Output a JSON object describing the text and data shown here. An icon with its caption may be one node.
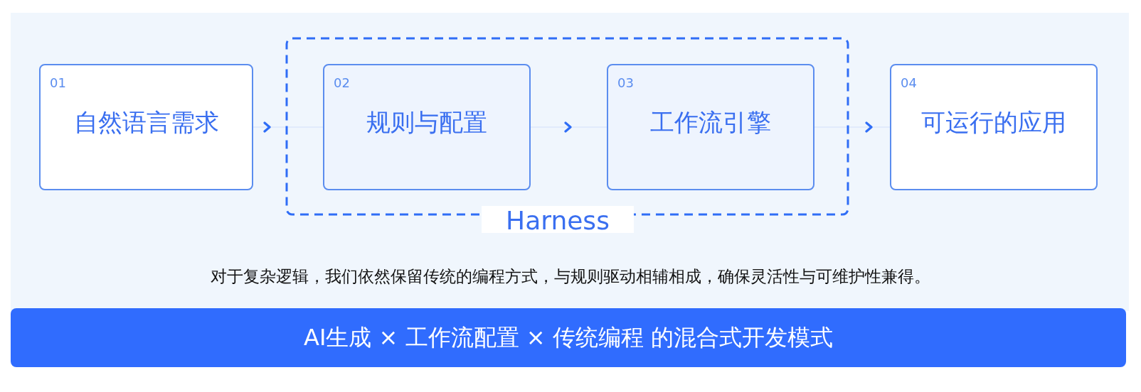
{
  "diagram": {
    "nodes": [
      {
        "text": [
          "01",
          "自然语言需求"
        ]
      },
      {
        "text": [
          "Harness"
        ]
      },
      {
        "text": [
          "02",
          "规则与配置"
        ],
        "in": 1
      },
      {
        "text": [
          "03",
          "工作流引擎"
        ],
        "in": 1
      },
      {
        "text": [
          "04",
          "可运行的应用"
        ]
      },
      {
        "text": [
          "AI生成 × 工作流配置 × 传统编程 的混合式开发模式"
        ]
      }
    ],
    "edges": [
      {
        "from": 0,
        "to": 2,
        "arrow": "to"
      },
      {
        "from": 2,
        "to": 3,
        "arrow": "to"
      },
      {
        "from": 3,
        "to": 4,
        "arrow": "to"
      }
    ],
    "labels": [
      "对于复杂逻辑，我们依然保留传统的编程方式，与规则驱动相辅相成，确保灵活性与可维护性兼得。"
    ]
  }
}
